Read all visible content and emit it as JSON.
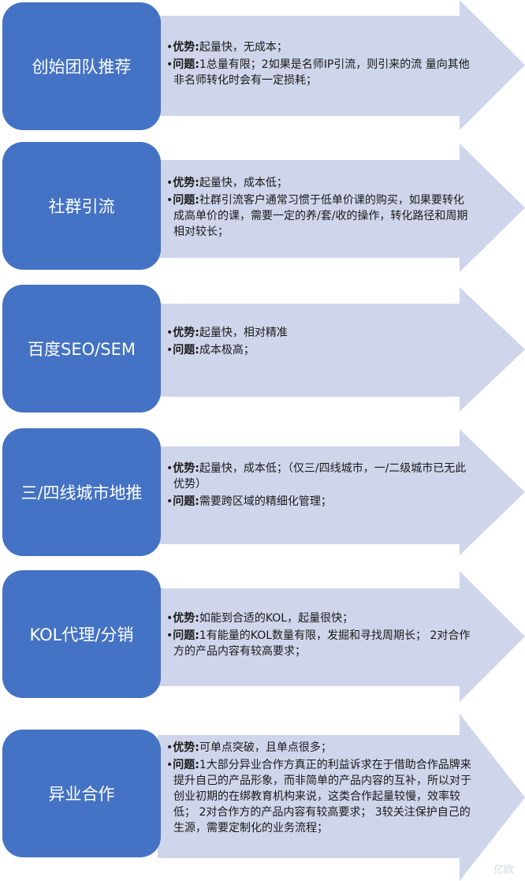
{
  "colors": {
    "box": "#4472C4",
    "arrow": "#CFD5EA"
  },
  "rows": [
    {
      "title": "创始团队推荐",
      "items": [
        {
          "label": "优势:",
          "text": "起量快，无成本；"
        },
        {
          "label": "问题:",
          "text": "1总量有限；2如果是名师IP引流，则引来的流 量向其他非名师转化时会有一定损耗；"
        }
      ]
    },
    {
      "title": "社群引流",
      "items": [
        {
          "label": "优势:",
          "text": "起量快，成本低；"
        },
        {
          "label": "问题:",
          "text": "社群引流客户通常习惯于低单价课的购买，如果要转化成高单价的课，需要一定的养/套/收的操作，转化路径和周期相对较长；"
        }
      ]
    },
    {
      "title": "百度SEO/SEM",
      "items": [
        {
          "label": "优势:",
          "text": "起量快，相对精准"
        },
        {
          "label": "问题:",
          "text": "成本极高；"
        }
      ]
    },
    {
      "title": "三/四线城市地推",
      "items": [
        {
          "label": "优势:",
          "text": "起量快，成本低；（仅三/四线城市，一/二级城市已无此优势）"
        },
        {
          "label": "问题:",
          "text": "需要跨区域的精细化管理；"
        }
      ]
    },
    {
      "title": "KOL代理/分销",
      "items": [
        {
          "label": "优势:",
          "text": "如能到合适的KOL，起量很快；"
        },
        {
          "label": "问题:",
          "text": "1有能量的KOL数量有限，发掘和寻找周期长； 2对合作方的产品内容有较高要求；"
        }
      ]
    },
    {
      "title": "异业合作",
      "items": [
        {
          "label": "优势:",
          "text": "可单点突破，且单点很多；"
        },
        {
          "label": "问题:",
          "text": "1大部分异业合作方真正的利益诉求在于借助合作品牌来提升自己的产品形象，而非简单的产品内容的互补，所以对于创业初期的在绑教育机构来说，这类合作起量较慢，效率较低； 2对合作方的产品内容有较高要求； 3较关注保护自己的生源，需要定制化的业务流程；"
        }
      ]
    }
  ],
  "watermark": "亿欧"
}
